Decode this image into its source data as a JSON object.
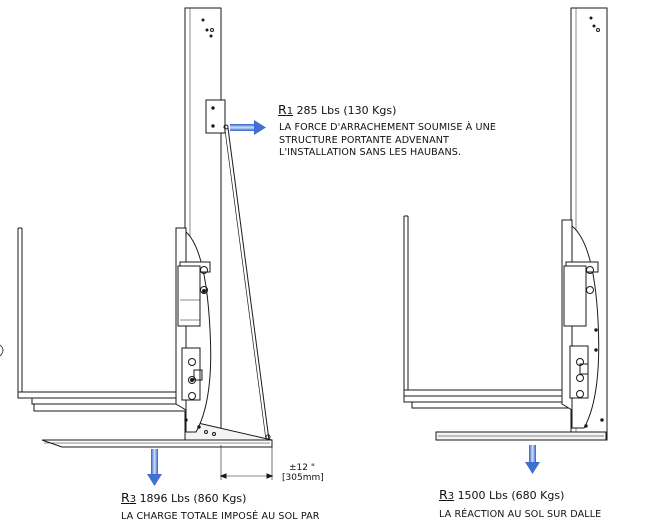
{
  "reactions": [
    {
      "letter": "R",
      "subscript": "1",
      "value": "285 Lbs (130 Kgs)",
      "lines": [
        "LA FORCE D'ARRACHEMENT SOUMISE À UNE",
        "STRUCTURE PORTANTE ADVENANT",
        "L'INSTALLATION SANS LES HAUBANS."
      ]
    },
    {
      "letter": "R",
      "subscript": "3",
      "value": "1896 Lbs (860 Kgs)",
      "lines": [
        "LA CHARGE TOTALE IMPOSÉ AU SOL PAR"
      ]
    },
    {
      "letter": "R",
      "subscript": "3",
      "value": "1500 Lbs (680 Kgs)",
      "lines": [
        "LA RÉACTION AU SOL SUR DALLE"
      ]
    }
  ],
  "dimension": {
    "imperial": "±12 \"",
    "metric": "[305mm]"
  },
  "colors": {
    "line": "#1a1a1a",
    "arrow": "#3f6fd0",
    "arrow_light": "#b8cdf3",
    "panel_fill": "#f4f4f4"
  }
}
